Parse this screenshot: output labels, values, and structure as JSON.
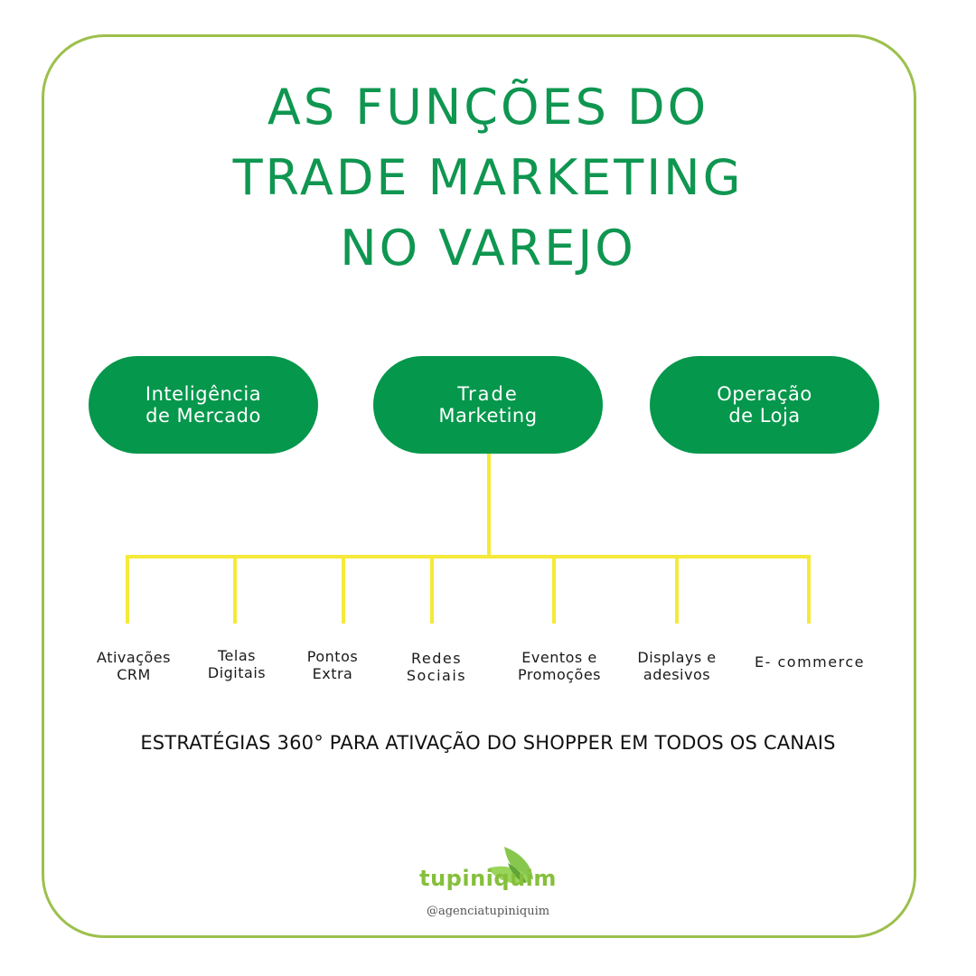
{
  "title": {
    "lines": [
      "AS FUNÇÕES DO",
      "TRADE MARKETING",
      "NO VAREJO"
    ],
    "color": "#0f9650"
  },
  "top_boxes": [
    {
      "lines": [
        "Inteligência",
        "de Mercado"
      ]
    },
    {
      "lines": [
        "Trade",
        "Marketing"
      ]
    },
    {
      "lines": [
        "Operação",
        "de Loja"
      ]
    }
  ],
  "box_color": "#05974c",
  "connector_color": "#f5e93a",
  "branches": [
    {
      "lines": [
        "Ativações",
        "CRM"
      ]
    },
    {
      "lines": [
        "Telas",
        "Digitais"
      ]
    },
    {
      "lines": [
        "Pontos",
        "Extra"
      ]
    },
    {
      "lines": [
        "Redes",
        "Sociais"
      ]
    },
    {
      "lines": [
        "Eventos e",
        "Promoções"
      ]
    },
    {
      "lines": [
        "Displays e",
        "adesivos"
      ]
    },
    {
      "lines": [
        "E- commerce"
      ]
    }
  ],
  "tagline": "ESTRATÉGIAS 360° PARA ATIVAÇÃO DO SHOPPER EM TODOS OS CANAIS",
  "footer": {
    "brand": "tupiniquim",
    "handle": "@agenciatupiniquim",
    "logo_icon": "leaves-icon",
    "brand_color": "#86bf3c"
  },
  "frame_color": "#9cc04c"
}
